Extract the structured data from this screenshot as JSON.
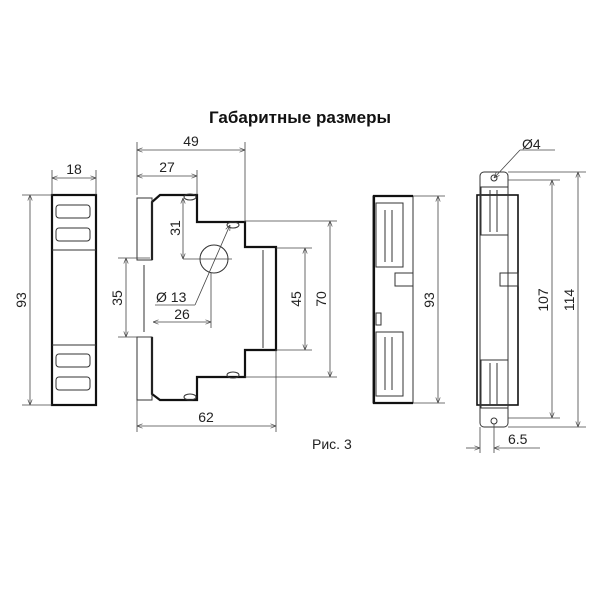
{
  "title": "Габаритные размеры",
  "caption": "Рис. 3",
  "dimensions": {
    "front_width": "18",
    "front_height": "93",
    "side_total_depth": "49",
    "side_upper_depth": "27",
    "hole_offset_vertical": "31",
    "hole_diameter": "Ø 13",
    "hole_offset_horizontal": "26",
    "rail_slot": "35",
    "inner_height": "45",
    "shoulder_height": "70",
    "side_full_depth": "62",
    "back_height": "93",
    "mount_hole": "Ø4",
    "mount_inner": "107",
    "mount_total": "114",
    "plate_thickness": "6.5"
  }
}
